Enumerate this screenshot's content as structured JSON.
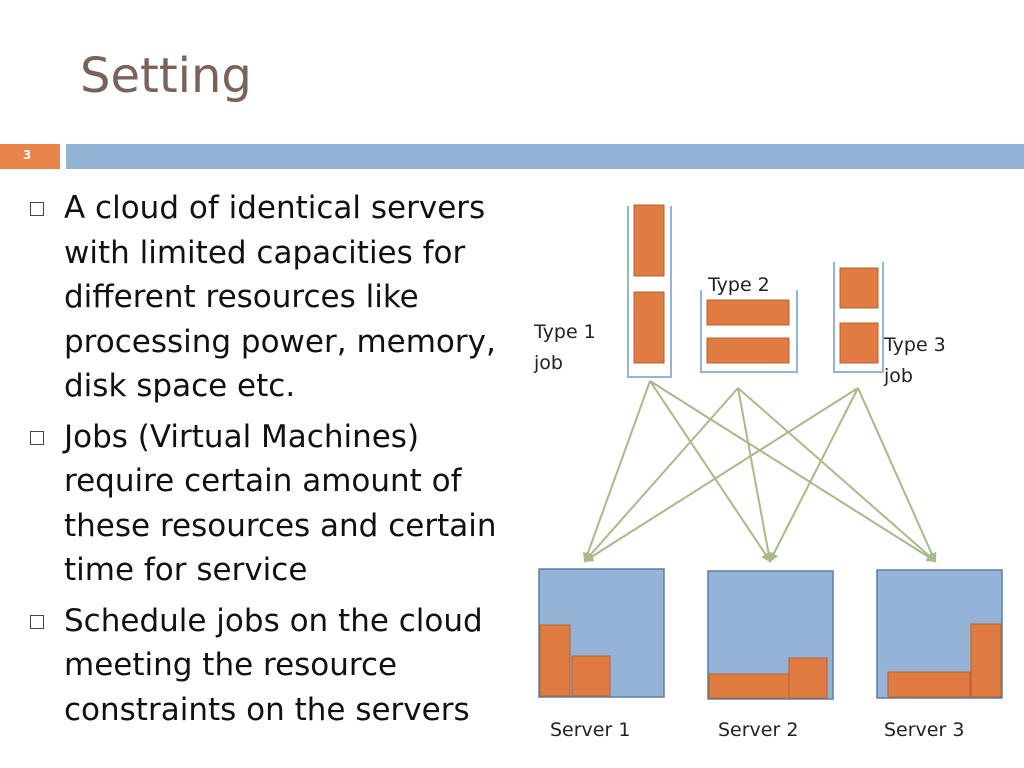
{
  "slide": {
    "title": "Setting",
    "number": "3"
  },
  "bullets": [
    {
      "text": "A cloud of identical servers with limited capacities for different resources like processing power, memory, disk space etc."
    },
    {
      "text": "Jobs (Virtual Machines) require certain amount of these resources and certain time for service"
    },
    {
      "text": "Schedule jobs on the cloud meeting the resource constraints on the servers"
    }
  ],
  "diagram": {
    "job_labels": {
      "type1_line1": "Type 1",
      "type1_line2": "job",
      "type2": "Type 2",
      "type3_line1": "Type 3",
      "type3_line2": "job"
    },
    "server_labels": [
      "Server 1",
      "Server 2",
      "Server 3"
    ],
    "colors": {
      "job_block": "#e07b41",
      "server_fill": "#95b3d7",
      "arrow": "#a8b98a"
    }
  }
}
